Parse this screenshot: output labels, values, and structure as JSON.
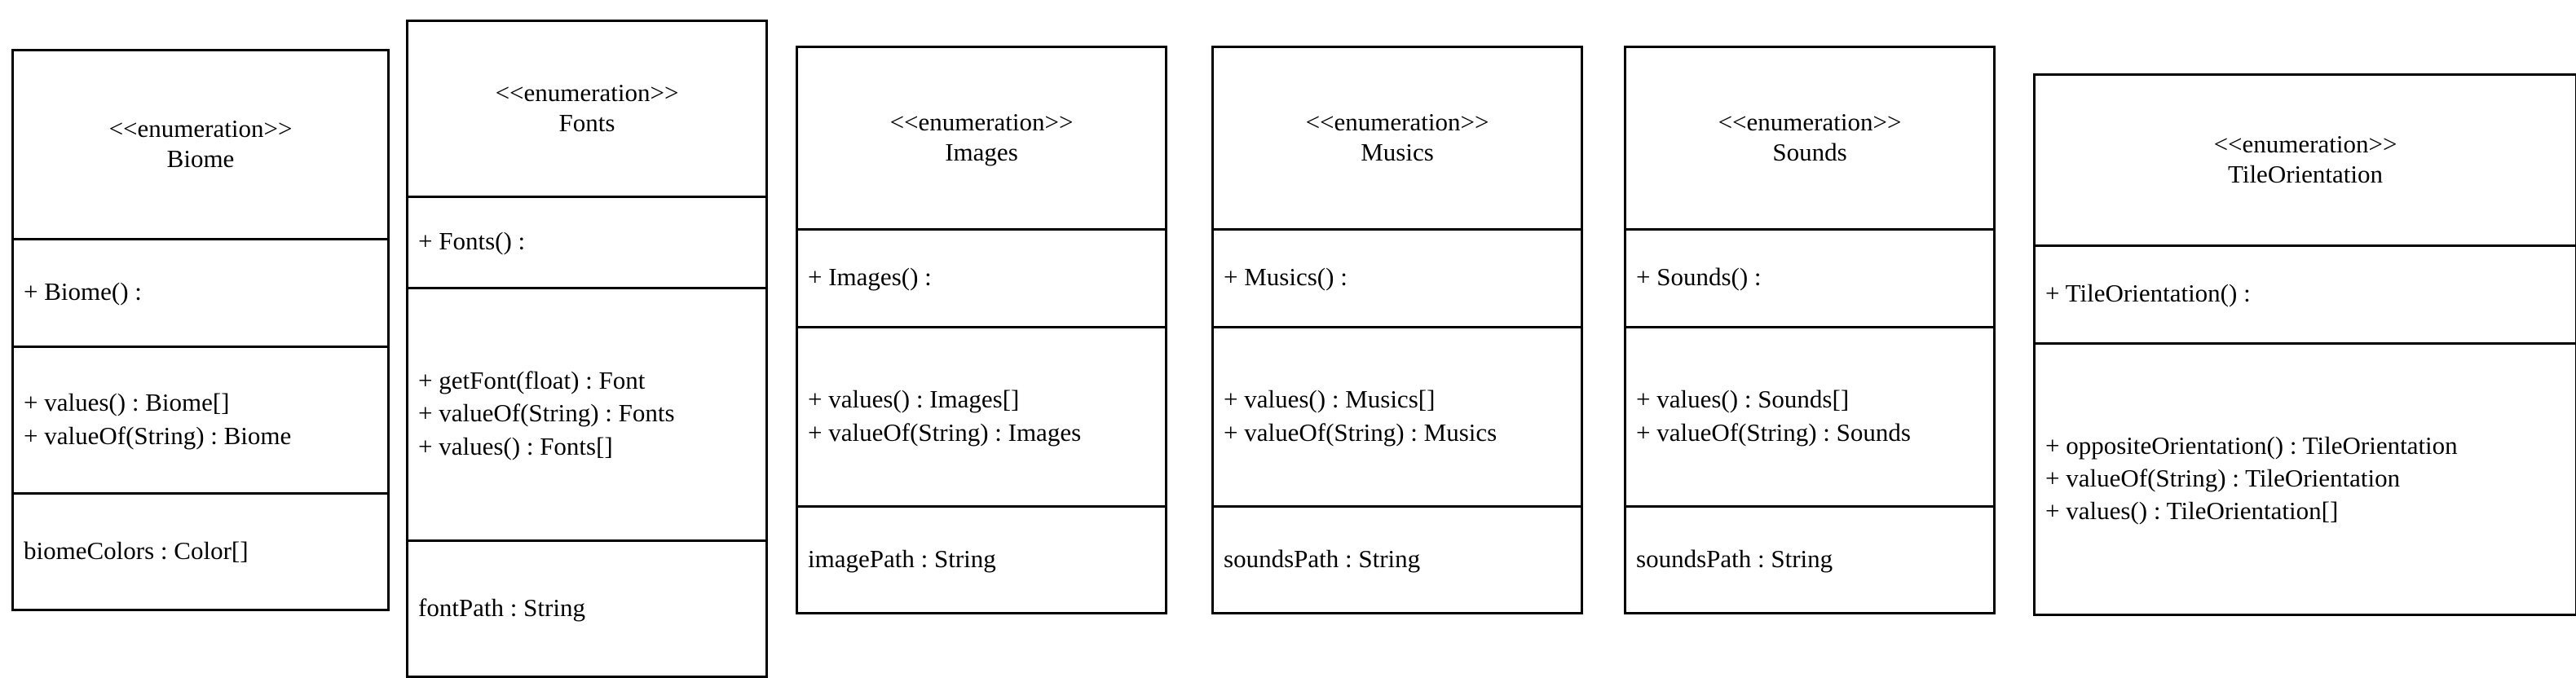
{
  "diagram": {
    "type": "uml-class-diagram",
    "title": "",
    "background_color": "#ffffff",
    "line_color": "#000000",
    "stereotype": "<<enumeration>>",
    "classes": [
      {
        "name": "Biome",
        "stereotype": "<<enumeration>>",
        "constructors": [
          "+ Biome() :"
        ],
        "methods": [
          "+ values() : Biome[]",
          "+ valueOf(String) : Biome"
        ],
        "attributes": [
          "biomeColors : Color[]"
        ]
      },
      {
        "name": "Fonts",
        "stereotype": "<<enumeration>>",
        "constructors": [
          "+ Fonts() :"
        ],
        "methods": [
          "+ getFont(float) : Font",
          "+ valueOf(String) : Fonts",
          "+ values() : Fonts[]"
        ],
        "attributes": [
          "fontPath : String"
        ]
      },
      {
        "name": "Images",
        "stereotype": "<<enumeration>>",
        "constructors": [
          "+ Images() :"
        ],
        "methods": [
          "+ values() : Images[]",
          "+ valueOf(String) : Images"
        ],
        "attributes": [
          "imagePath : String"
        ]
      },
      {
        "name": "Musics",
        "stereotype": "<<enumeration>>",
        "constructors": [
          "+ Musics() :"
        ],
        "methods": [
          "+ values() : Musics[]",
          "+ valueOf(String) : Musics"
        ],
        "attributes": [
          "soundsPath : String"
        ]
      },
      {
        "name": "Sounds",
        "stereotype": "<<enumeration>>",
        "constructors": [
          "+ Sounds() :"
        ],
        "methods": [
          "+ values() : Sounds[]",
          "+ valueOf(String) : Sounds"
        ],
        "attributes": [
          "soundsPath : String"
        ]
      },
      {
        "name": "TileOrientation",
        "stereotype": "<<enumeration>>",
        "constructors": [
          "+ TileOrientation() :"
        ],
        "methods": [
          "+ oppositeOrientation() : TileOrientation",
          "+ valueOf(String) : TileOrientation",
          "+ values() : TileOrientation[]"
        ],
        "attributes": []
      }
    ]
  }
}
